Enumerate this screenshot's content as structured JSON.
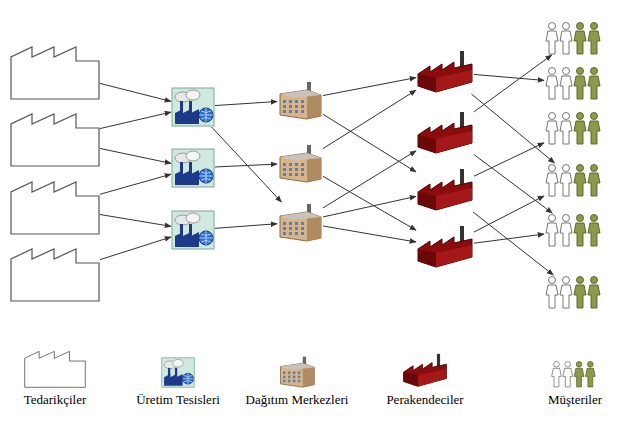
{
  "diagram": {
    "nodes": [
      {
        "text": []
      },
      {
        "text": []
      },
      {
        "text": []
      },
      {
        "text": []
      },
      {
        "text": []
      },
      {
        "text": []
      },
      {
        "text": []
      },
      {
        "text": []
      },
      {
        "text": []
      },
      {
        "text": []
      },
      {
        "text": []
      },
      {
        "text": []
      },
      {
        "text": []
      },
      {
        "text": []
      },
      {
        "text": []
      },
      {
        "text": []
      },
      {
        "text": []
      },
      {
        "text": []
      },
      {
        "text": []
      },
      {
        "text": []
      }
    ],
    "edges": [
      {
        "from": 0,
        "to": 4,
        "arrow": "to"
      },
      {
        "from": 1,
        "to": 4,
        "arrow": "to"
      },
      {
        "from": 1,
        "to": 5,
        "arrow": "to"
      },
      {
        "from": 2,
        "to": 5,
        "arrow": "to"
      },
      {
        "from": 2,
        "to": 6,
        "arrow": "to"
      },
      {
        "from": 3,
        "to": 6,
        "arrow": "to"
      },
      {
        "from": 4,
        "to": 7,
        "arrow": "to"
      },
      {
        "from": 4,
        "to": 9,
        "arrow": "to"
      },
      {
        "from": 5,
        "to": 8,
        "arrow": "to"
      },
      {
        "from": 6,
        "to": 9,
        "arrow": "to"
      },
      {
        "from": 7,
        "to": 10,
        "arrow": "to"
      },
      {
        "from": 7,
        "to": 12,
        "arrow": "to"
      },
      {
        "from": 8,
        "to": 10,
        "arrow": "to"
      },
      {
        "from": 8,
        "to": 13,
        "arrow": "to"
      },
      {
        "from": 9,
        "to": 11,
        "arrow": "to"
      },
      {
        "from": 9,
        "to": 12,
        "arrow": "to"
      },
      {
        "from": 9,
        "to": 13,
        "arrow": "to"
      },
      {
        "from": 10,
        "to": 15,
        "arrow": "to"
      },
      {
        "from": 10,
        "to": 17,
        "arrow": "to"
      },
      {
        "from": 11,
        "to": 14,
        "arrow": "to"
      },
      {
        "from": 11,
        "to": 18,
        "arrow": "to"
      },
      {
        "from": 12,
        "to": 16,
        "arrow": "to"
      },
      {
        "from": 12,
        "to": 19,
        "arrow": "to"
      },
      {
        "from": 13,
        "to": 17,
        "arrow": "to"
      },
      {
        "from": 13,
        "to": 18,
        "arrow": "to"
      }
    ],
    "legend": [
      {
        "text": "Tedarikçiler"
      },
      {
        "text": "Üretim Tesisleri"
      },
      {
        "text": "Dağıtım Merkezleri"
      },
      {
        "text": "Perakendeciler"
      },
      {
        "text": "Müşteriler"
      }
    ]
  }
}
